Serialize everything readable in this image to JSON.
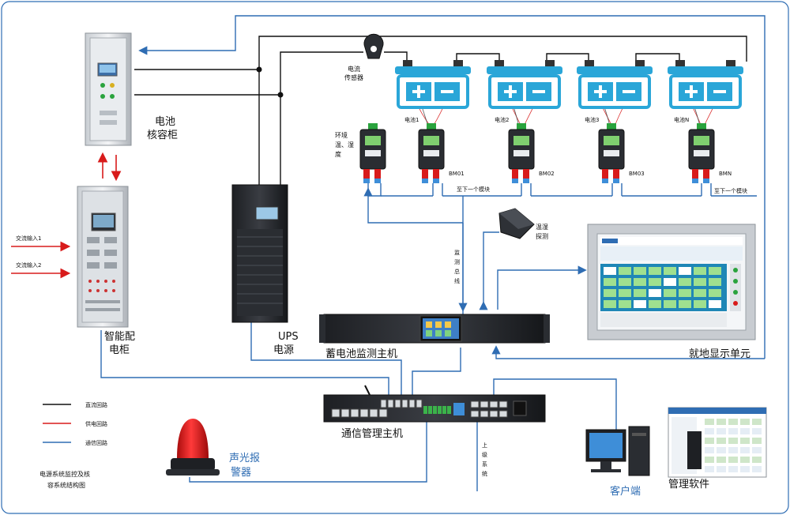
{
  "labels": {
    "battery_cabinet": [
      "电池",
      "核容柜"
    ],
    "smart_cabinet": [
      "智能配",
      "电柜"
    ],
    "ups": [
      "UPS",
      "电源"
    ],
    "monitor_host": "蓄电池监测主机",
    "comm_host": "通信管理主机",
    "display_unit": "就地显示单元",
    "alarm": [
      "声光报",
      "警器"
    ],
    "client": "客户端",
    "software": "管理软件",
    "current_sensor": [
      "电流",
      "传感器"
    ],
    "temp_module": [
      "环境",
      "温、湿",
      "度"
    ],
    "env_sensor": [
      "温湿",
      "探测"
    ],
    "ac_in_1": "交流输入1",
    "ac_in_2": "交流输入2",
    "to_next_1": "至下一个模块",
    "to_next_2": "至下一个模块",
    "mon_line": [
      "监",
      "测",
      "总",
      "线"
    ],
    "uplink": [
      "上",
      "级",
      "系",
      "统"
    ],
    "battery_tags": [
      "电池1",
      "电池2",
      "电池3",
      "电池N"
    ],
    "module_tags": [
      "BM01",
      "BM02",
      "BM03",
      "BMN"
    ],
    "footer": [
      "电源系统监控及核",
      "容系统结构图"
    ]
  },
  "legend": [
    {
      "label": "直流回路",
      "color": "#111111"
    },
    {
      "label": "供电回路",
      "color": "#d81b1b"
    },
    {
      "label": "通信回路",
      "color": "#2f6db3"
    }
  ],
  "colors": {
    "dc": "#111111",
    "power": "#d81b1b",
    "comm": "#2f6db3",
    "battery": "#2aa6d8",
    "frame": "#2f6db3"
  }
}
